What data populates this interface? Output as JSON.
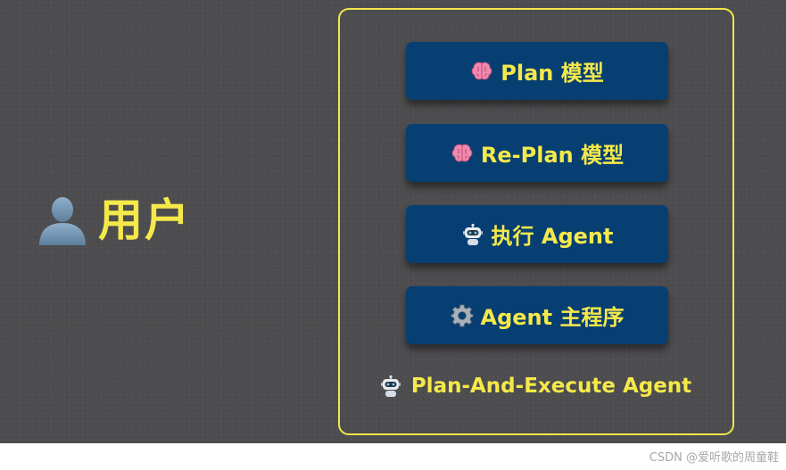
{
  "colors": {
    "background": "#4d4d4f",
    "accent_text": "#f5e94a",
    "node_fill": "#073f73",
    "frame_border": "#f2e64a"
  },
  "user": {
    "icon": "person-silhouette-icon",
    "label": "用户"
  },
  "nodes": [
    {
      "icon": "brain-icon",
      "label": "Plan 模型"
    },
    {
      "icon": "brain-icon",
      "label": "Re-Plan 模型"
    },
    {
      "icon": "robot-icon",
      "label": "执行 Agent"
    },
    {
      "icon": "gear-icon",
      "label": "Agent 主程序"
    }
  ],
  "group": {
    "icon": "robot-icon",
    "label": "Plan-And-Execute Agent"
  },
  "watermark": "CSDN @爱听歌的周童鞋"
}
